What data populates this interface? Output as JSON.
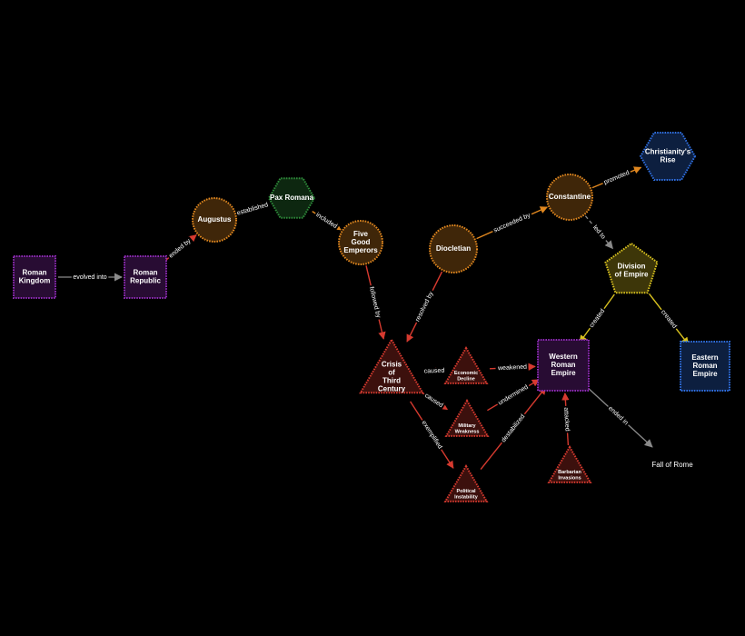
{
  "colors": {
    "background": "#000000",
    "purple": "#8e2bb5",
    "orange": "#e0871f",
    "green": "#2e8b3a",
    "blue": "#2f6fe0",
    "yellow": "#d9c21f",
    "red": "#d63a2f",
    "grey": "#8a8a8a"
  },
  "nodes": [
    {
      "id": "roman_kingdom",
      "lines": [
        "Roman",
        "Kingdom"
      ],
      "shape": "square",
      "group": "purple"
    },
    {
      "id": "roman_republic",
      "lines": [
        "Roman",
        "Republic"
      ],
      "shape": "square",
      "group": "purple"
    },
    {
      "id": "augustus",
      "lines": [
        "Augustus"
      ],
      "shape": "circle",
      "group": "orange"
    },
    {
      "id": "pax_romana",
      "lines": [
        "Pax Romana"
      ],
      "shape": "hexagon",
      "group": "green"
    },
    {
      "id": "five_good_emperors",
      "lines": [
        "Five",
        "Good",
        "Emperors"
      ],
      "shape": "circle",
      "group": "orange"
    },
    {
      "id": "diocletian",
      "lines": [
        "Diocletian"
      ],
      "shape": "circle",
      "group": "orange"
    },
    {
      "id": "constantine",
      "lines": [
        "Constantine"
      ],
      "shape": "circle",
      "group": "orange"
    },
    {
      "id": "christianity_rise",
      "lines": [
        "Christianity's",
        "Rise"
      ],
      "shape": "hexagon",
      "group": "blue"
    },
    {
      "id": "division_of_empire",
      "lines": [
        "Division",
        "of Empire"
      ],
      "shape": "pentagon",
      "group": "yellow"
    },
    {
      "id": "eastern_roman_empire",
      "lines": [
        "Eastern",
        "Roman",
        "Empire"
      ],
      "shape": "square",
      "group": "blue"
    },
    {
      "id": "western_roman_empire",
      "lines": [
        "Western",
        "Roman",
        "Empire"
      ],
      "shape": "square",
      "group": "purple"
    },
    {
      "id": "crisis_third_century",
      "lines": [
        "Crisis",
        "of",
        "Third",
        "Century"
      ],
      "shape": "triangle-large",
      "group": "red"
    },
    {
      "id": "economic_decline",
      "lines": [
        "Economic",
        "Decline"
      ],
      "shape": "triangle",
      "group": "red"
    },
    {
      "id": "military_weakness",
      "lines": [
        "Military",
        "Weakness"
      ],
      "shape": "triangle",
      "group": "red"
    },
    {
      "id": "political_instability",
      "lines": [
        "Political",
        "Instability"
      ],
      "shape": "triangle",
      "group": "red"
    },
    {
      "id": "barbarian_invasions",
      "lines": [
        "Barbarian",
        "Invasions"
      ],
      "shape": "triangle",
      "group": "red"
    },
    {
      "id": "fall_of_rome",
      "lines": [
        "Fall of Rome"
      ],
      "shape": "none",
      "group": "grey"
    }
  ],
  "edges": [
    {
      "from": "roman_kingdom",
      "to": "roman_republic",
      "label": "evolved into",
      "color": "grey"
    },
    {
      "from": "roman_republic",
      "to": "augustus",
      "label": "ended by",
      "color": "red"
    },
    {
      "from": "augustus",
      "to": "pax_romana",
      "label": "established",
      "color": "orange"
    },
    {
      "from": "pax_romana",
      "to": "five_good_emperors",
      "label": "included",
      "color": "orange"
    },
    {
      "from": "five_good_emperors",
      "to": "crisis_third_century",
      "label": "followed by",
      "color": "red"
    },
    {
      "from": "diocletian",
      "to": "crisis_third_century",
      "label": "resolved by",
      "color": "red"
    },
    {
      "from": "diocletian",
      "to": "constantine",
      "label": "succeeded by",
      "color": "orange"
    },
    {
      "from": "constantine",
      "to": "christianity_rise",
      "label": "promoted",
      "color": "orange"
    },
    {
      "from": "constantine",
      "to": "division_of_empire",
      "label": "led to",
      "color": "grey",
      "dashed": true
    },
    {
      "from": "division_of_empire",
      "to": "western_roman_empire",
      "label": "created",
      "color": "yellow"
    },
    {
      "from": "division_of_empire",
      "to": "eastern_roman_empire",
      "label": "created",
      "color": "yellow"
    },
    {
      "from": "crisis_third_century",
      "to": "economic_decline",
      "label": "caused",
      "color": "red"
    },
    {
      "from": "crisis_third_century",
      "to": "military_weakness",
      "label": "caused",
      "color": "red"
    },
    {
      "from": "crisis_third_century",
      "to": "political_instability",
      "label": "exemplified",
      "color": "red"
    },
    {
      "from": "economic_decline",
      "to": "western_roman_empire",
      "label": "weakened",
      "color": "red"
    },
    {
      "from": "military_weakness",
      "to": "western_roman_empire",
      "label": "undermined",
      "color": "red"
    },
    {
      "from": "political_instability",
      "to": "western_roman_empire",
      "label": "destabilized",
      "color": "red"
    },
    {
      "from": "barbarian_invasions",
      "to": "western_roman_empire",
      "label": "attacked",
      "color": "red"
    },
    {
      "from": "western_roman_empire",
      "to": "fall_of_rome",
      "label": "ended in",
      "color": "grey"
    }
  ]
}
